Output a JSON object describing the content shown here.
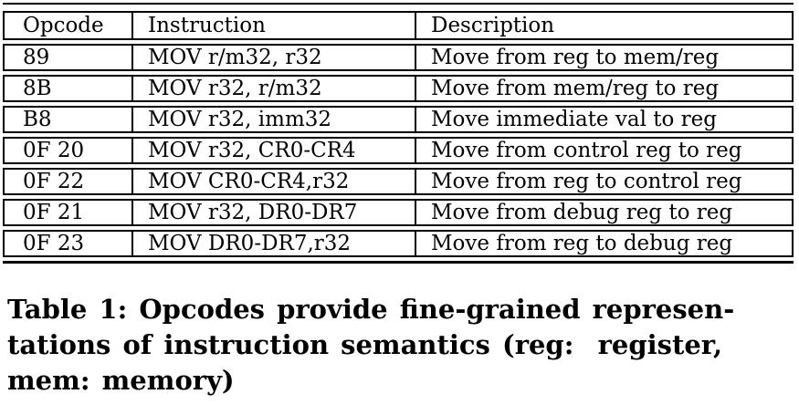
{
  "table": {
    "columns": [
      "Opcode",
      "Instruction",
      "Description"
    ],
    "rows": [
      [
        "89",
        "MOV r/m32, r32",
        "Move from reg to mem/reg"
      ],
      [
        "8B",
        "MOV r32, r/m32",
        "Move from mem/reg to reg"
      ],
      [
        "B8",
        "MOV r32, imm32",
        "Move immediate val to reg"
      ],
      [
        "0F 20",
        "MOV r32, CR0-CR4",
        "Move from control reg to reg"
      ],
      [
        "0F 22",
        "MOV CR0-CR4,r32",
        "Move from reg to control reg"
      ],
      [
        "0F 21",
        "MOV r32, DR0-DR7",
        "Move from debug reg to reg"
      ],
      [
        "0F 23",
        "MOV DR0-DR7,r32",
        "Move from reg to debug reg"
      ]
    ]
  },
  "caption": {
    "lines": [
      "Table 1: Opcodes provide fine-grained represen-",
      "tations of instruction semantics (reg:  register,",
      "mem: memory)"
    ]
  }
}
